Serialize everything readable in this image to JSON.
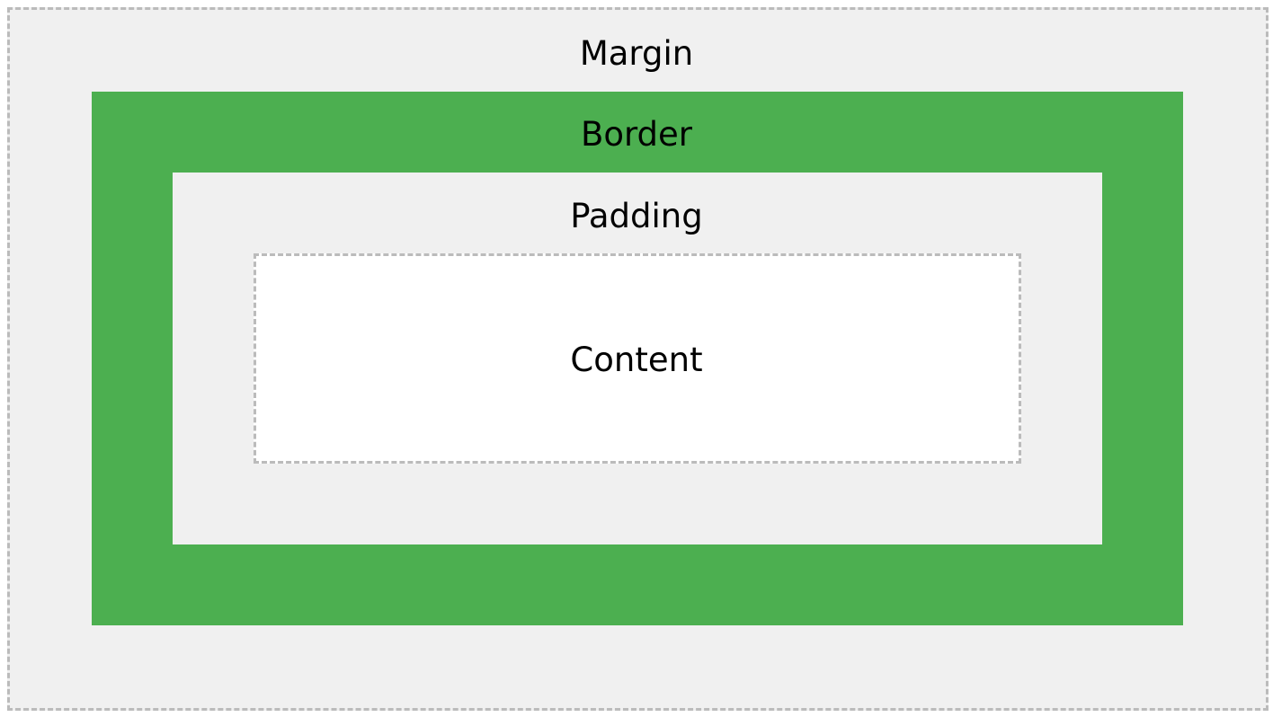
{
  "labels": {
    "margin": "Margin",
    "border": "Border",
    "padding": "Padding",
    "content": "Content"
  },
  "colors": {
    "margin": "#f0f0f0",
    "border": "#4caf50",
    "padding": "#f0f0f0",
    "content": "#ffffff",
    "dashed_outline": "#bbbbbb"
  }
}
